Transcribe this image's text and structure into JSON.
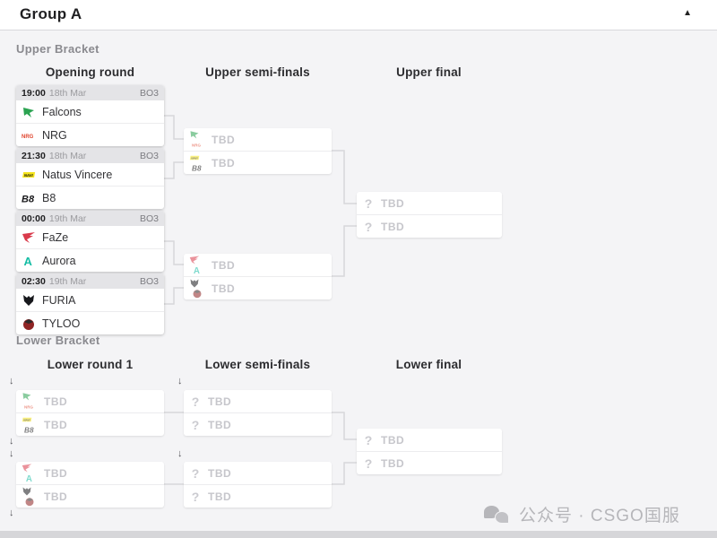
{
  "header": {
    "title": "Group A",
    "collapse_icon": "▲"
  },
  "labels": {
    "tbd": "TBD",
    "question": "?",
    "drop_arrow": "↓"
  },
  "teams": {
    "falcons": {
      "name": "Falcons",
      "color": "#2ba351"
    },
    "nrg": {
      "name": "NRG",
      "color": "#e0452e"
    },
    "navi": {
      "name": "Natus Vincere",
      "color": "#f5e41b"
    },
    "b8": {
      "name": "B8",
      "color": "#1a1a1c"
    },
    "faze": {
      "name": "FaZe",
      "color": "#d93a4b"
    },
    "aurora": {
      "name": "Aurora",
      "color": "#16bda5"
    },
    "furia": {
      "name": "FURIA",
      "color": "#17181c"
    },
    "tyloo": {
      "name": "TYLOO",
      "color": "#8f2424"
    }
  },
  "upper": {
    "label": "Upper Bracket",
    "columns": [
      "Opening round",
      "Upper semi-finals",
      "Upper final"
    ],
    "opening": [
      {
        "time": "19:00",
        "date": "18th Mar",
        "format": "BO3"
      },
      {
        "time": "21:30",
        "date": "18th Mar",
        "format": "BO3"
      },
      {
        "time": "00:00",
        "date": "19th Mar",
        "format": "BO3"
      },
      {
        "time": "02:30",
        "date": "19th Mar",
        "format": "BO3"
      }
    ]
  },
  "lower": {
    "label": "Lower Bracket",
    "columns": [
      "Lower round 1",
      "Lower semi-finals",
      "Lower final"
    ]
  },
  "watermark": {
    "text": "公众号 · CSGO国服"
  }
}
